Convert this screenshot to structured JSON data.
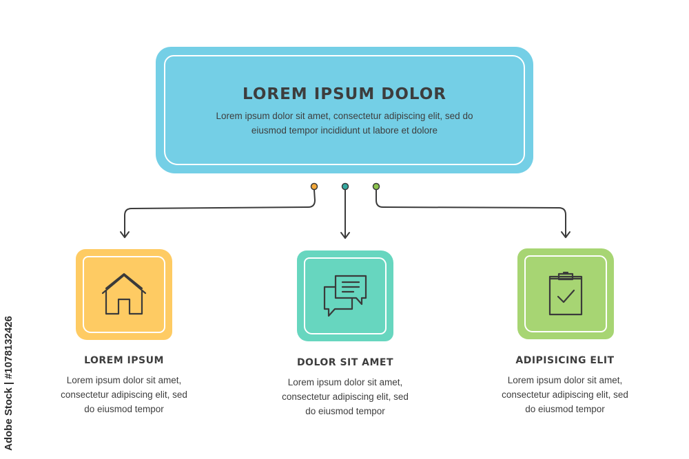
{
  "header": {
    "title": "LOREM IPSUM DOLOR",
    "text_lines": [
      "Lorem ipsum dolor sit amet, consectetur adipiscing elit, sed do",
      "eiusmod tempor incididunt ut labore et dolore"
    ],
    "color": "#74cfe6"
  },
  "items": [
    {
      "title": "LOREM IPSUM",
      "icon": "house-icon",
      "color": "#fecb63",
      "dot_color": "#f4a93a",
      "text_lines": [
        "Lorem ipsum dolor sit amet,",
        "consectetur adipiscing elit, sed",
        "do eiusmod tempor"
      ]
    },
    {
      "title": "DOLOR SIT AMET",
      "icon": "chat-bubbles-icon",
      "color": "#67d6bf",
      "dot_color": "#35a9a0",
      "text_lines": [
        "Lorem ipsum dolor sit amet,",
        "consectetur adipiscing elit, sed",
        "do eiusmod tempor"
      ]
    },
    {
      "title": "ADIPISICING ELIT",
      "icon": "clipboard-check-icon",
      "color": "#a7d573",
      "dot_color": "#8cc44e",
      "text_lines": [
        "Lorem ipsum dolor sit amet,",
        "consectetur adipiscing elit, sed",
        "do eiusmod tempor"
      ]
    }
  ],
  "watermark": "Adobe Stock | #1078132426"
}
